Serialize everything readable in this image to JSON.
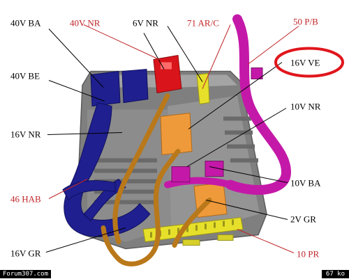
{
  "labels": [
    {
      "id": "40v-ba",
      "text": "40V BA",
      "color": "#000000"
    },
    {
      "id": "40v-be",
      "text": "40V BE",
      "color": "#000000"
    },
    {
      "id": "16v-nr",
      "text": "16V NR",
      "color": "#000000"
    },
    {
      "id": "46-hab",
      "text": "46 HAB",
      "color": "#c0262a"
    },
    {
      "id": "16v-gr",
      "text": "16V GR",
      "color": "#000000"
    },
    {
      "id": "40v-nr",
      "text": "40V NR",
      "color": "#c0262a"
    },
    {
      "id": "6v-nr",
      "text": "6V NR",
      "color": "#000000"
    },
    {
      "id": "71-arc",
      "text": "71 AR/C",
      "color": "#c0262a"
    },
    {
      "id": "50-pb",
      "text": "50 P/B",
      "color": "#c0262a"
    },
    {
      "id": "16v-ve",
      "text": "16V VE",
      "color": "#000000"
    },
    {
      "id": "10v-nr",
      "text": "10V NR",
      "color": "#000000"
    },
    {
      "id": "10v-ba",
      "text": "10V BA",
      "color": "#000000"
    },
    {
      "id": "2v-gr",
      "text": "2V GR",
      "color": "#000000"
    },
    {
      "id": "10-pr",
      "text": "10 PR",
      "color": "#c0262a"
    }
  ],
  "highlight_color": "#e0161c",
  "connector_colors": {
    "blue": "#1f1f8f",
    "red": "#d9141a",
    "orange": "#ef9a3a",
    "magenta": "#c419a8",
    "brown": "#b9781a",
    "yellow": "#e6e02a",
    "box": "#8a8a8a"
  },
  "footer": {
    "left": "Forum307.com",
    "right": "67 ko"
  }
}
